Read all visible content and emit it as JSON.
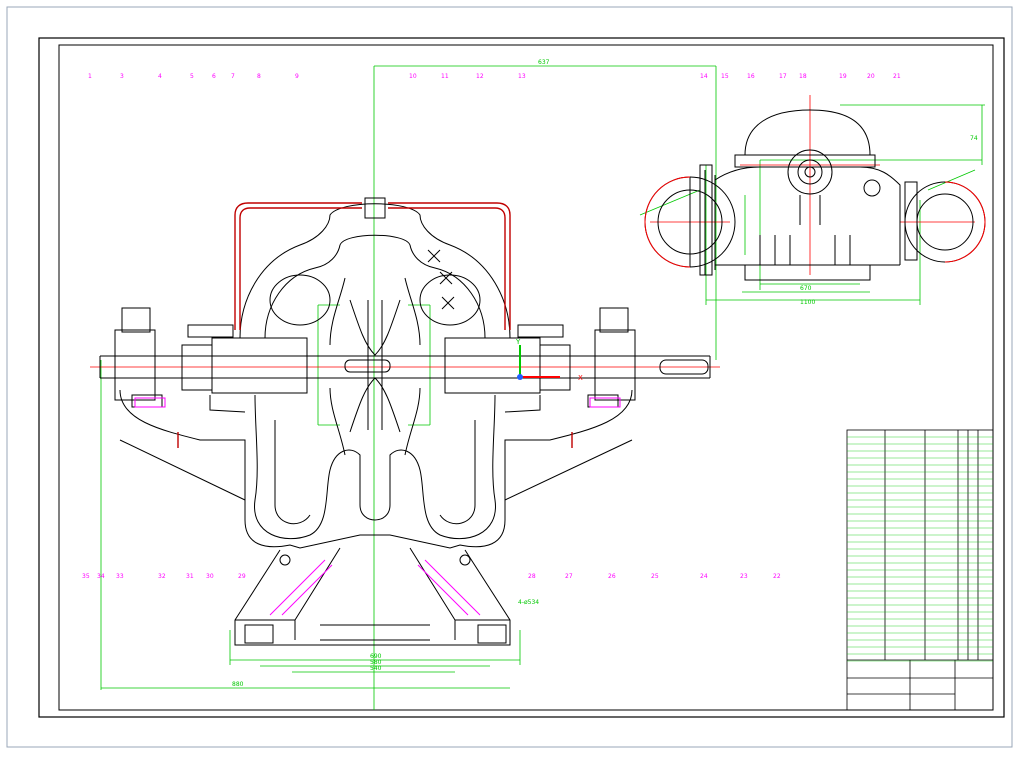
{
  "colors": {
    "background": "#ffffff",
    "frame": "#9aa7b8",
    "outline": "#000000",
    "dimension": "#00c800",
    "center_line": "#ff0000",
    "balloon": "#ff00ff",
    "pipe": "#c00000"
  },
  "balloons_top": [
    "1",
    "3",
    "4",
    "5",
    "6",
    "7",
    "8",
    "9",
    "10",
    "11",
    "12",
    "13",
    "14",
    "15",
    "16",
    "17",
    "18",
    "19",
    "20",
    "21"
  ],
  "balloons_bottom": [
    "35",
    "34",
    "33",
    "32",
    "31",
    "30",
    "29",
    "28",
    "27",
    "26",
    "25",
    "24",
    "23",
    "22"
  ],
  "dims": {
    "top_span": "637",
    "bottom_1": "690",
    "bottom_2": "580",
    "bottom_3": "540",
    "overall": "880",
    "foot_note": "4-ø534",
    "side_height": "74",
    "side_w1": "670",
    "side_w2": "1100"
  },
  "axis": {
    "x_label": "X",
    "y_label": "Y"
  }
}
